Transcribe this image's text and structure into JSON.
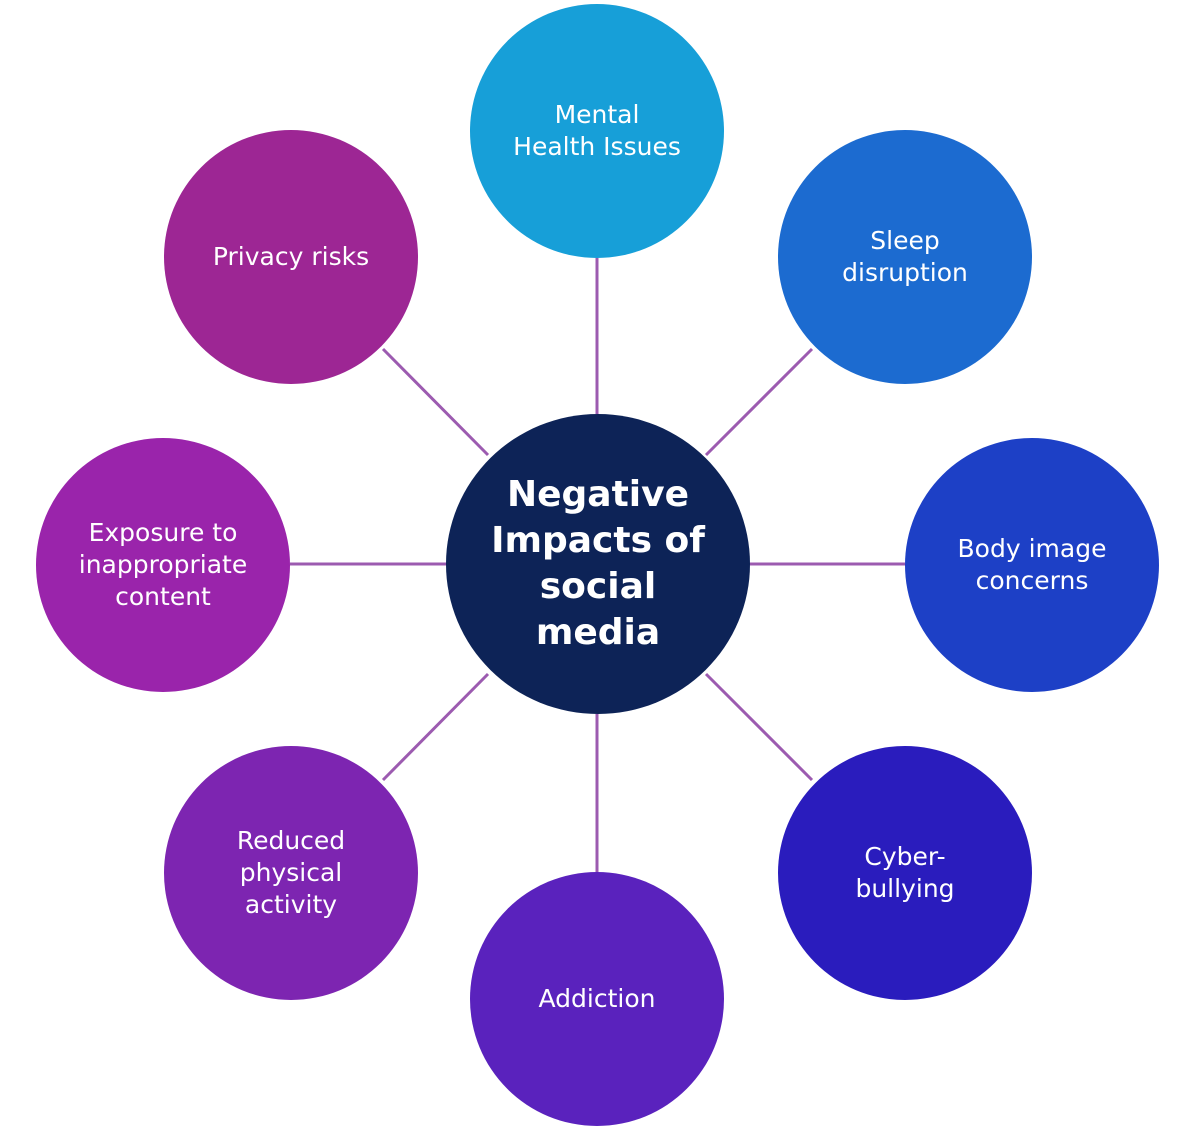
{
  "center": {
    "label": "Negative\nImpacts of\nsocial\nmedia",
    "color": "#0d2357"
  },
  "nodes": [
    {
      "id": "mental",
      "label": "Mental\nHealth Issues",
      "color": "#179fd8"
    },
    {
      "id": "sleep",
      "label": "Sleep\ndisruption",
      "color": "#1c6bd0"
    },
    {
      "id": "body",
      "label": "Body image\nconcerns",
      "color": "#1d40c6"
    },
    {
      "id": "cyber",
      "label": "Cyber-\nbullying",
      "color": "#2a1cbd"
    },
    {
      "id": "addiction",
      "label": "Addiction",
      "color": "#5a22bd"
    },
    {
      "id": "reduced",
      "label": "Reduced\nphysical\nactivity",
      "color": "#7d25b1"
    },
    {
      "id": "exposure",
      "label": "Exposure to\ninappropriate\ncontent",
      "color": "#9a24ab"
    },
    {
      "id": "privacy",
      "label": "Privacy risks",
      "color": "#9d2694"
    }
  ],
  "connector_color": "#9c5bb0"
}
